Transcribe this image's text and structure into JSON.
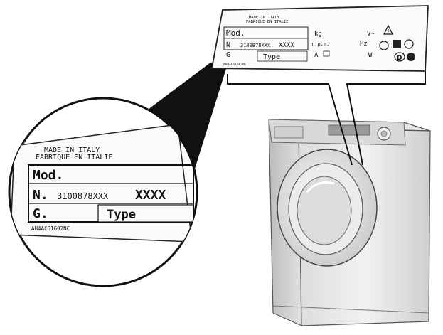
{
  "top_label": {
    "made_in_line1": "MADE IN ITALY",
    "made_in_line2": "FABRIQUE EN ITALIE",
    "model_label": "Mod.",
    "serial_prefix": "N",
    "serial_number": "3100B78XXX",
    "serial_suffix": "XXXX",
    "g_label": "G",
    "type_label": "Type",
    "kg_label": "kg",
    "rpm_label": "r.p.m.",
    "v_label": "V~",
    "hz_label": "Hz",
    "a_label": "A",
    "w_label": "W",
    "barcode_text": "AH4AC51602NC",
    "d_symbol": "D",
    "warning_symbol": "!"
  },
  "zoom_label": {
    "made_in_line1": "MADE IN ITALY",
    "made_in_line2": "FABRIQUE EN ITALIE",
    "model_label": "Mod.",
    "serial_prefix": "N.",
    "serial_number": "3100878XXX",
    "serial_suffix": "XXXX",
    "g_label": "G.",
    "type_label": "Type",
    "barcode_text": "AH4AC51602NC"
  }
}
